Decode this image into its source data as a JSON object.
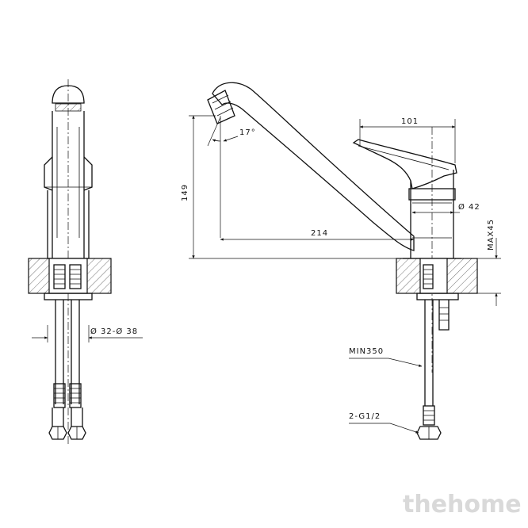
{
  "dimensions": {
    "width_101": "101",
    "angle_17": "17°",
    "height_149": "149",
    "diameter_42": "Ø 42",
    "reach_214": "214",
    "max_45": "MAX45",
    "hole_32_38": "Ø 32-Ø 38",
    "min_350": "MIN350",
    "thread_g12": "2-G1/2"
  },
  "watermark": "thehome"
}
